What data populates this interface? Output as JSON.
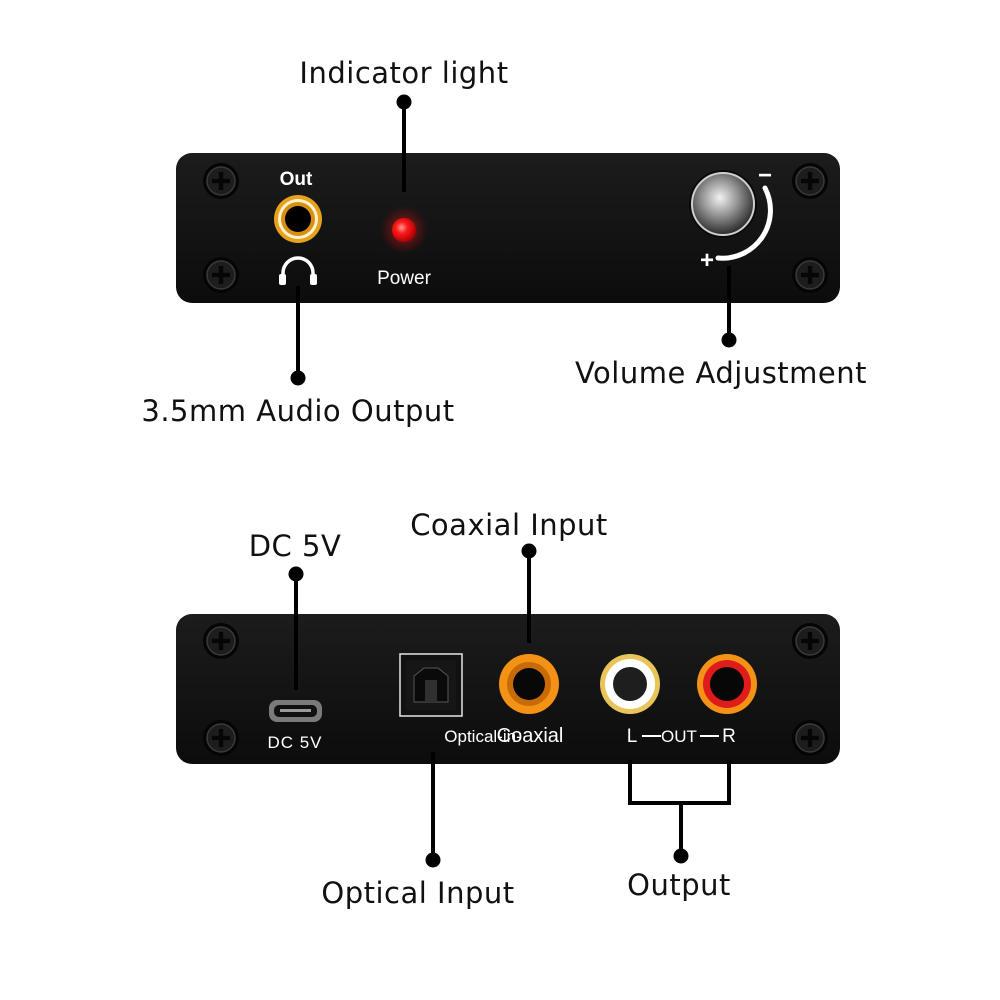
{
  "front_panel": {
    "out_label": "Out",
    "power_label": "Power",
    "volume_minus": "−",
    "volume_plus": "+"
  },
  "back_panel": {
    "dc_label": "DC 5V",
    "optical_label": "Optical-in-",
    "coaxial_label": "Coaxial",
    "out_l_label": "L",
    "out_mid_label": "OUT",
    "out_r_label": "R"
  },
  "callouts": {
    "indicator_light": "Indicator light",
    "audio_output": "3.5mm Audio Output",
    "volume_adjustment": "Volume Adjustment",
    "dc_5v": "DC 5V",
    "coaxial_input": "Coaxial Input",
    "optical_input": "Optical Input",
    "output": "Output"
  },
  "colors": {
    "panel": "#111111",
    "indicator": "#ff1a1a",
    "jack_gold": "#e8a11a",
    "rca_orange": "#f39214",
    "rca_white": "#ffffff",
    "rca_red": "#e01b1b"
  }
}
